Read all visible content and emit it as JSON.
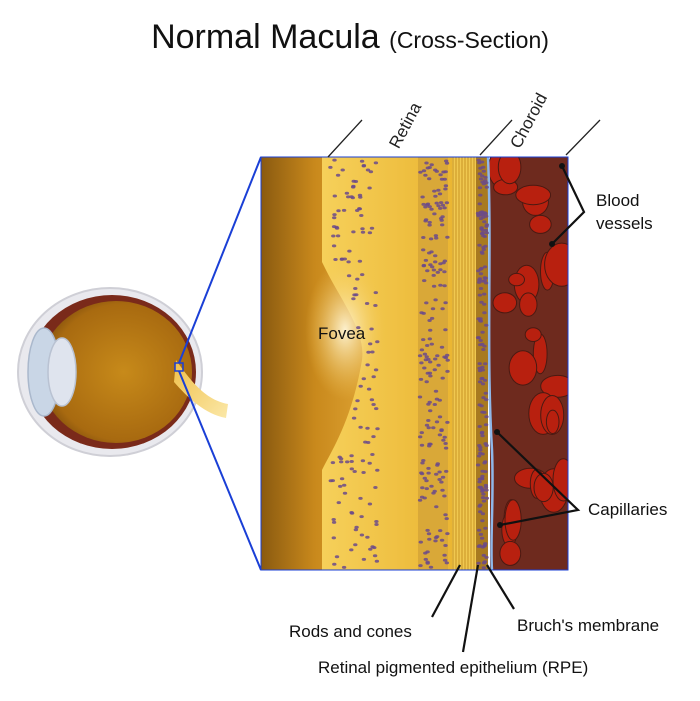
{
  "title": {
    "main": "Normal Macula",
    "sub": "(Cross-Section)"
  },
  "layers": {
    "retina": "Retina",
    "choroid": "Choroid"
  },
  "labels": {
    "fovea": "Fovea",
    "blood_vessels_1": "Blood",
    "blood_vessels_2": "vessels",
    "capillaries": "Capillaries",
    "rods_and_cones": "Rods and cones",
    "bruchs_membrane": "Bruch's membrane",
    "rpe": "Retinal pigmented epithelium (RPE)"
  },
  "colors": {
    "zoom_line": "#1a3fd6",
    "vitreous": "#c98a1a",
    "retina_yellow": "#f2c23a",
    "nuclear_purple": "#6b4a8a",
    "choroid_bg": "#6e2a1e",
    "vessel_red": "#b8200f",
    "membrane_blue": "#8fb7e8"
  }
}
